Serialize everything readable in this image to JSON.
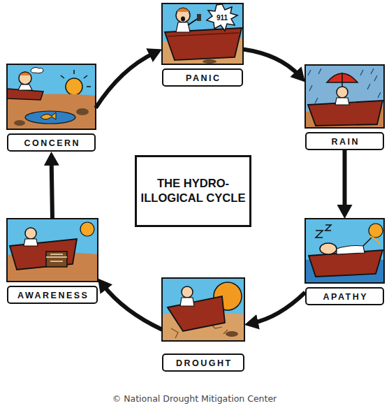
{
  "diagram": {
    "title": "THE HYDRO-ILLOGICAL CYCLE",
    "caption": "© National Drought Mitigation Center",
    "nodes": [
      {
        "text": [
          "PANIC"
        ]
      },
      {
        "text": [
          "RAIN"
        ]
      },
      {
        "text": [
          "APATHY"
        ]
      },
      {
        "text": [
          "DROUGHT"
        ]
      },
      {
        "text": [
          "AWARENESS"
        ]
      },
      {
        "text": [
          "CONCERN"
        ]
      }
    ],
    "edges": [
      {
        "from": 0,
        "to": 1,
        "arrow": "to"
      },
      {
        "from": 1,
        "to": 2,
        "arrow": "to"
      },
      {
        "from": 2,
        "to": 3,
        "arrow": "to"
      },
      {
        "from": 3,
        "to": 4,
        "arrow": "to"
      },
      {
        "from": 4,
        "to": 5,
        "arrow": "to"
      },
      {
        "from": 5,
        "to": 0,
        "arrow": "to"
      }
    ],
    "labels": [
      "911"
    ]
  }
}
